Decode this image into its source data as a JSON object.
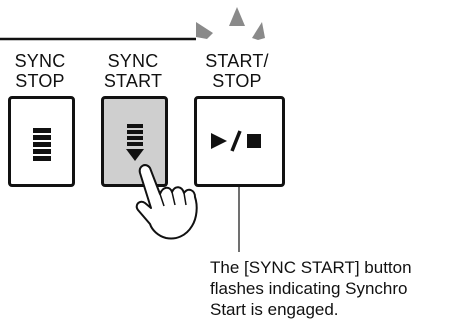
{
  "buttons": [
    {
      "id": "sync-stop",
      "label_line1": "SYNC",
      "label_line2": "STOP",
      "icon": "sync-stop-icon",
      "pressed": false
    },
    {
      "id": "sync-start",
      "label_line1": "SYNC",
      "label_line2": "START",
      "icon": "sync-start-icon",
      "pressed": true
    },
    {
      "id": "start-stop",
      "label_line1": "START/",
      "label_line2": "STOP",
      "icon": "play-stop-icon",
      "pressed": false,
      "flashing": true
    }
  ],
  "callout": {
    "line1": "The [SYNC START] button",
    "line2": "flashes indicating Synchro",
    "line3": "Start is engaged."
  },
  "colors": {
    "outline": "#111111",
    "pressed_fill": "#cfcfcf",
    "flash_fill": "#888888"
  }
}
